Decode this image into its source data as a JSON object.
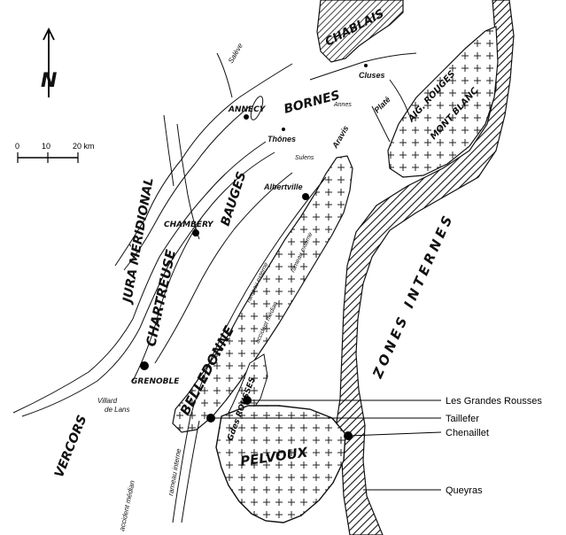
{
  "north_label": "N",
  "scale": {
    "ticks": [
      "0",
      "10",
      "20 km"
    ]
  },
  "regions": {
    "chablais": "CHABLAIS",
    "bornes": "BORNES",
    "bauges": "BAUGES",
    "chartreuse": "CHARTREUSE",
    "jura": "JURA MÉRIDIONAL",
    "vercors": "VERCORS",
    "belledonne": "BELLEDONNE",
    "pelvoux": "PELVOUX",
    "zones_internes": "ZONES INTERNES",
    "aig_rouges": "AIG. ROUGES",
    "mont_blanc": "MONT BLANC",
    "grandes_rousses_map": "Gdes ROUSSES"
  },
  "towns": {
    "annecy": "ANNECY",
    "chambery": "CHAMBÉRY",
    "grenoble": "GRENOBLE",
    "albertville": "Albertville",
    "thones": "Thônes",
    "cluses": "Cluses",
    "villard": "Villard",
    "de_lans": "de Lans"
  },
  "minor": {
    "saleve": "Salève",
    "annes": "Annes",
    "sulens": "Sulens",
    "aravis": "Aravis",
    "plate": "Platé",
    "rameau_externe": "rameau externe",
    "rameau_interne": "rameau interne",
    "accident_median": "accident médian",
    "accident_median_2": "accident médian",
    "rameau_externe_2": "rameau externe"
  },
  "callouts": [
    {
      "label": "Les Grandes Rousses"
    },
    {
      "label": "Taillefer"
    },
    {
      "label": "Chenaillet"
    },
    {
      "label": "Queyras"
    }
  ]
}
